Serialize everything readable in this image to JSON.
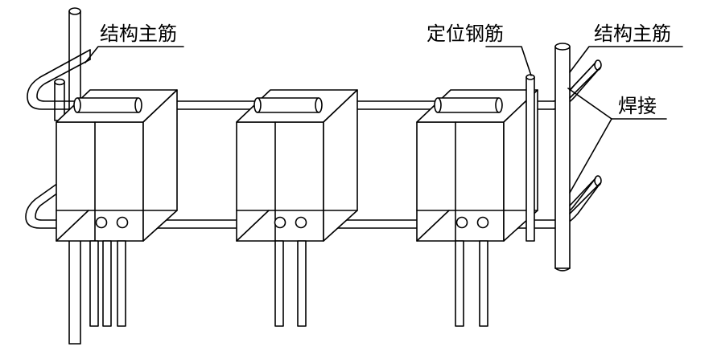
{
  "labels": {
    "main_bar_left": "结构主筋",
    "positioning_bar": "定位钢筋",
    "main_bar_right": "结构主筋",
    "welding": "焊接"
  },
  "colors": {
    "stroke": "#000000",
    "background": "#ffffff"
  },
  "boxes": [
    {
      "name": "box-1"
    },
    {
      "name": "box-2"
    },
    {
      "name": "box-3"
    }
  ]
}
